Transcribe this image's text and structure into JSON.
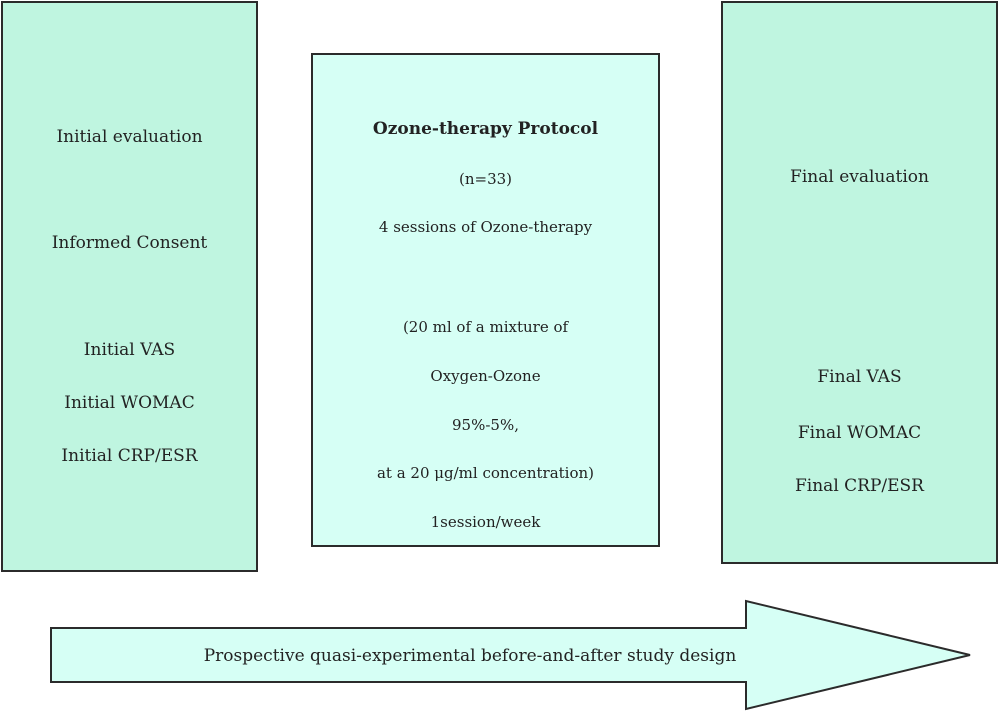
{
  "left_box": {
    "lines": [
      "Initial evaluation",
      "Informed Consent",
      "Initial VAS",
      "Initial WOMAC",
      "Initial CRP/ESR"
    ]
  },
  "middle_box": {
    "title": "Ozone-therapy Protocol",
    "lines": [
      "(n=33)",
      "4 sessions of Ozone-therapy",
      "(20 ml of a mixture of",
      "Oxygen-Ozone",
      "95%-5%,",
      "at a 20 μg/ml concentration)",
      "1session/week"
    ]
  },
  "right_box": {
    "lines": [
      "Final evaluation",
      "Final VAS",
      "Final WOMAC",
      "Final CRP/ESR"
    ]
  },
  "arrow": {
    "label": "Prospective quasi-experimental before-and-after study design",
    "fill": "#d6fff5"
  },
  "colors": {
    "side_box_fill": "#bff5e0",
    "middle_box_fill": "#d6fff5",
    "border": "#2b2b2b"
  }
}
